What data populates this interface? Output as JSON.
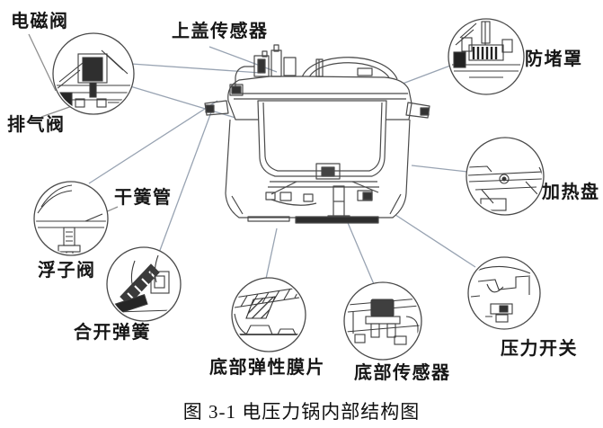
{
  "figure": {
    "caption": "图 3-1 电压力锅内部结构图"
  },
  "labels": {
    "solenoid_valve": "电磁阀",
    "exhaust_valve": "排气阀",
    "lid_sensor": "上盖传感器",
    "anti_block_cover": "防堵罩",
    "heating_plate": "加热盘",
    "pressure_switch": "压力开关",
    "reed_switch": "干簧管",
    "float_valve": "浮子阀",
    "open_close_spring": "合开弹簧",
    "bottom_diaphragm": "底部弹性膜片",
    "bottom_sensor": "底部传感器"
  },
  "colors": {
    "line_art": "#4a4a4a",
    "leader_line": "#98a3b2",
    "short_tick_line": "#8f8f8f",
    "text": "#161616",
    "background": "#ffffff"
  }
}
